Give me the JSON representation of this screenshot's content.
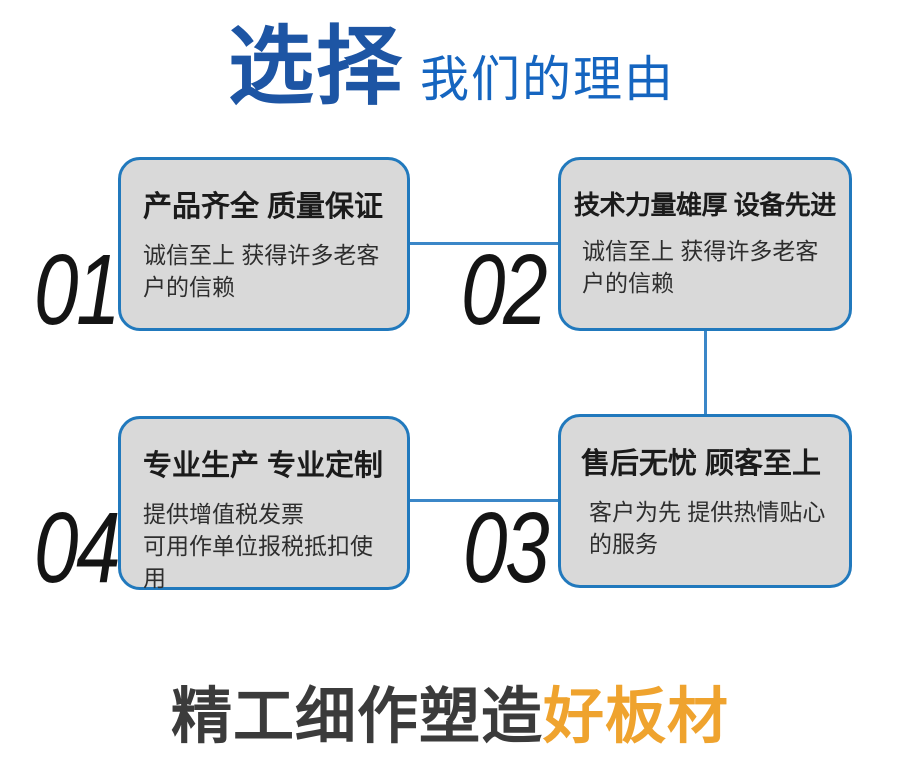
{
  "header": {
    "accent": "选择",
    "rest": "我们的理由"
  },
  "cards": [
    {
      "number": "01",
      "title": "产品齐全 质量保证",
      "desc": "诚信至上 获得许多老客户的信赖"
    },
    {
      "number": "02",
      "title": "技术力量雄厚 设备先进",
      "desc": "诚信至上 获得许多老客户的信赖"
    },
    {
      "number": "03",
      "title": "售后无忧 顾客至上",
      "desc": "客户为先 提供热情贴心的服务"
    },
    {
      "number": "04",
      "title": "专业生产 专业定制",
      "desc": "提供增值税发票\n可用作单位报税抵扣使用"
    }
  ],
  "footer": {
    "dark": "精工细作塑造",
    "accent": "好板材"
  },
  "colors": {
    "header_accent_blue": "#1d55a4",
    "header_rest_blue": "#1565c0",
    "card_border_blue": "#2179bd",
    "card_background_gray": "#d9d9d9",
    "connector_blue": "#3b87c8",
    "footer_orange": "#efa32e"
  }
}
